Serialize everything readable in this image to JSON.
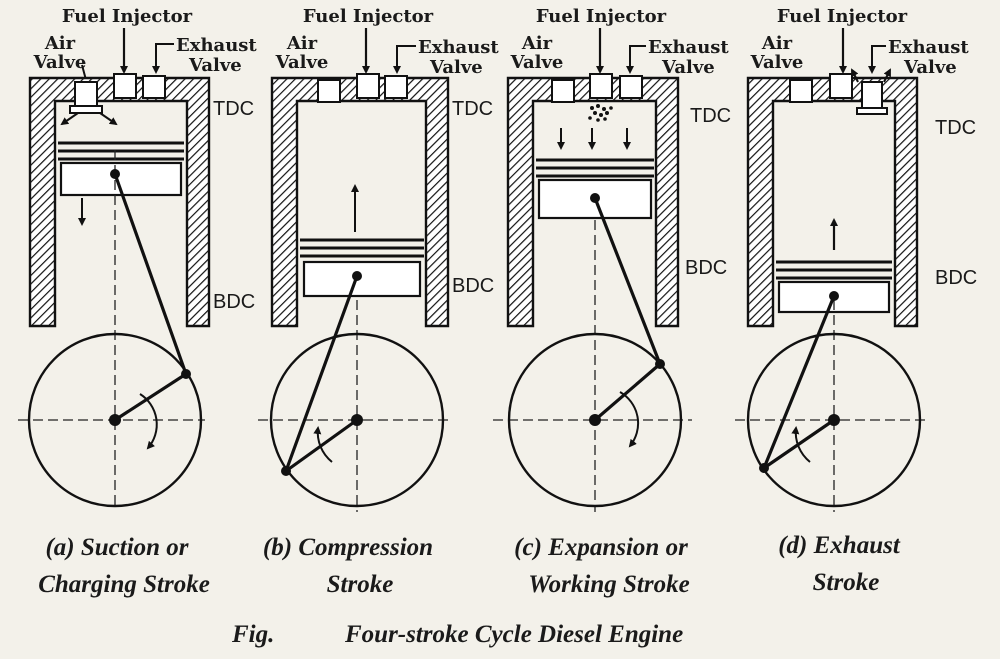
{
  "labels": {
    "fuel_injector": "Fuel Injector",
    "air": "Air",
    "valve": "Valve",
    "exhaust": "Exhaust",
    "tdc": "TDC",
    "bdc": "BDC"
  },
  "panels": [
    {
      "id": "a",
      "caption_line1": "(a) Suction or",
      "caption_line2": "Charging Stroke"
    },
    {
      "id": "b",
      "caption_line1": "(b) Compression",
      "caption_line2": "Stroke"
    },
    {
      "id": "c",
      "caption_line1": "(c) Expansion or",
      "caption_line2": "Working Stroke"
    },
    {
      "id": "d",
      "caption_line1": "(d) Exhaust",
      "caption_line2": "Stroke"
    }
  ],
  "figure": {
    "prefix": "Fig.",
    "title": "Four-stroke Cycle Diesel Engine"
  }
}
